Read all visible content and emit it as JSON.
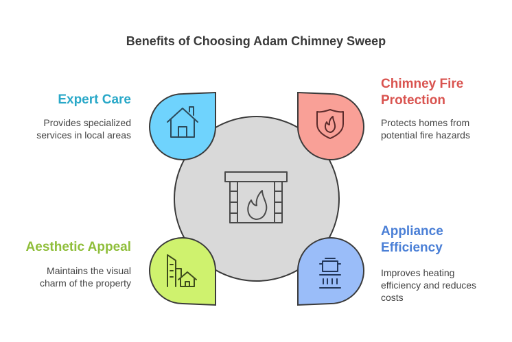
{
  "title": "Benefits of Choosing Adam Chimney Sweep",
  "benefits": [
    {
      "label": "Expert Care",
      "desc_lines": [
        "Provides specialized",
        "services in local areas"
      ],
      "color": "#29a8c8",
      "fill": "#6fd3fd",
      "icon": "house-icon"
    },
    {
      "label_lines": [
        "Chimney Fire",
        "Protection"
      ],
      "desc_lines": [
        "Protects homes from",
        "potential fire hazards"
      ],
      "color": "#d9534f",
      "fill": "#f9a097",
      "icon": "shield-fire-icon"
    },
    {
      "label": "Aesthetic Appeal",
      "desc_lines": [
        "Maintains the visual",
        "charm of the property"
      ],
      "color": "#8fbe3a",
      "fill": "#cff26e",
      "icon": "buildings-icon"
    },
    {
      "label_lines": [
        "Appliance",
        "Efficiency"
      ],
      "desc_lines": [
        "Improves heating",
        "efficiency and reduces",
        "costs"
      ],
      "color": "#4a7fd6",
      "fill": "#9abdf9",
      "icon": "stove-pot-icon"
    }
  ],
  "center": {
    "icon": "fireplace-icon",
    "fill": "#d9d9d9"
  }
}
